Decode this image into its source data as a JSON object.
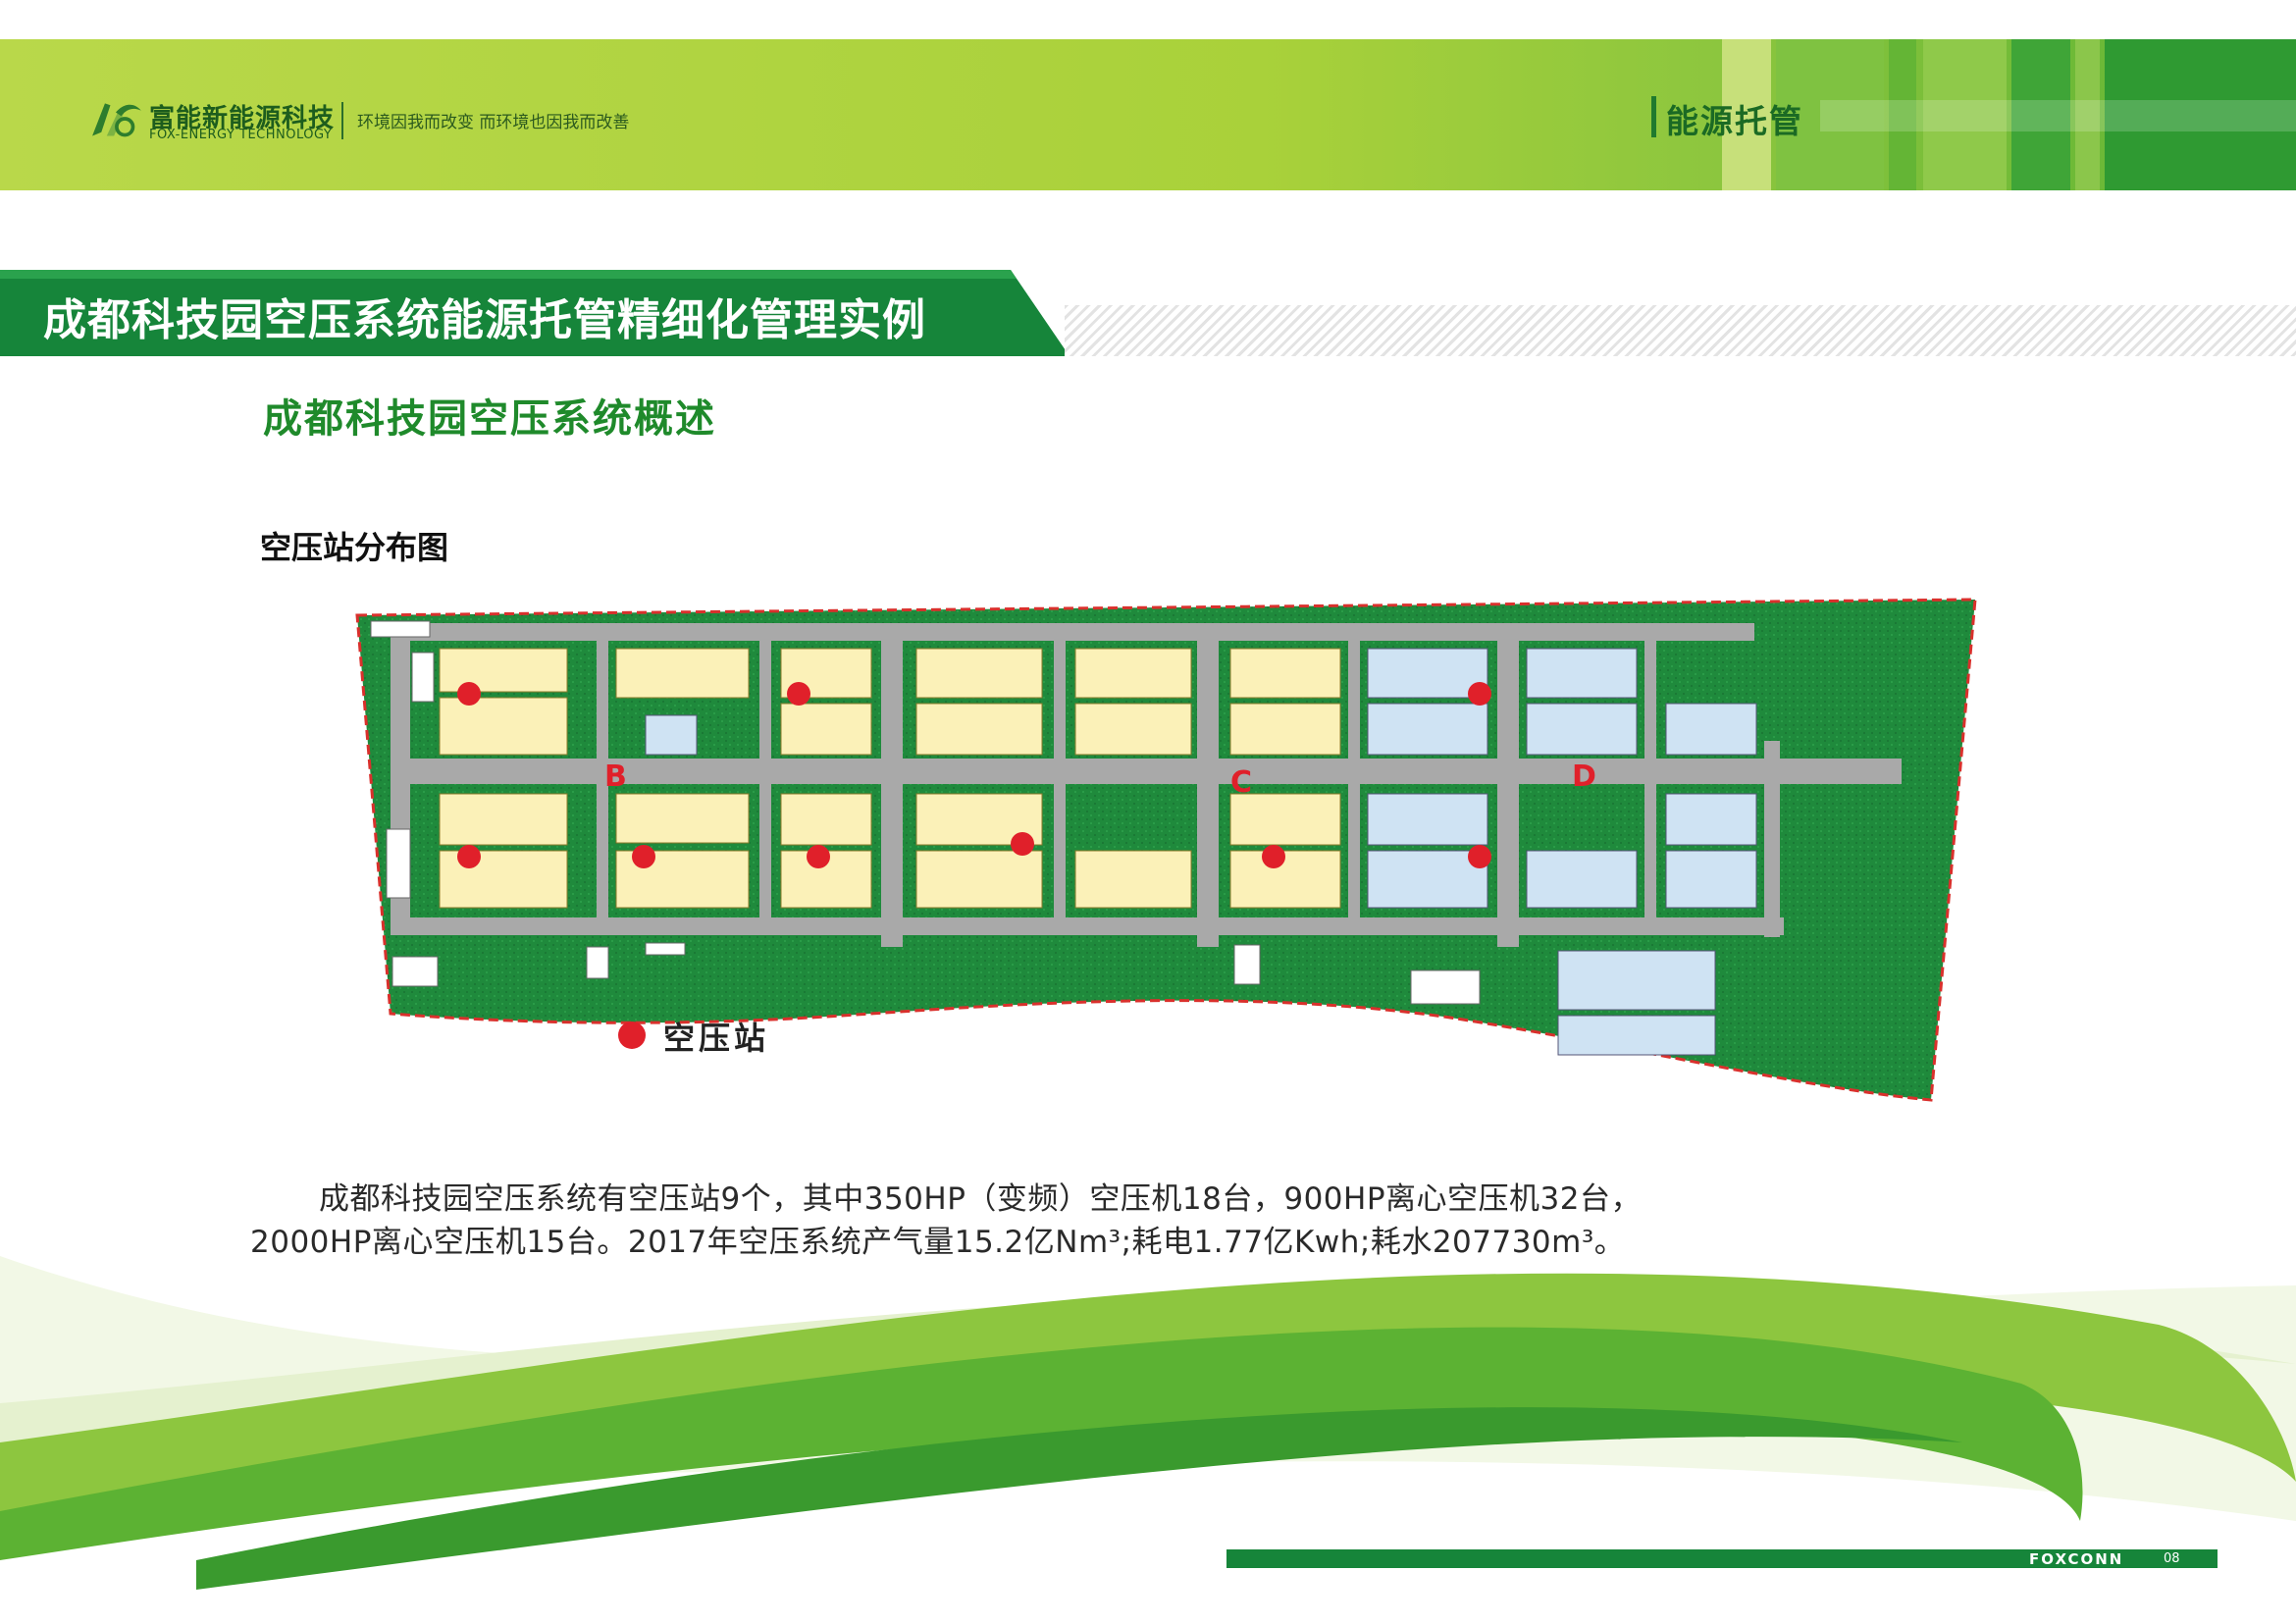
{
  "header": {
    "brand_name": "富能新能源科技",
    "brand_en": "FOX-ENERGY TECHNOLOGY",
    "slogan": "环境因我而改变  而环境也因我而改善",
    "section_tag": "能源托管"
  },
  "main_title": "成都科技园空压系统能源托管精细化管理实例",
  "sub_title": "成都科技园空压系统概述",
  "map": {
    "caption": "空压站分布图",
    "zone_labels": [
      "B",
      "C",
      "D"
    ],
    "legend_label": "空压站",
    "station_count": 9,
    "colors": {
      "station": "#e0202a",
      "green": "#1f8a3c",
      "road": "#a9a9a9",
      "building": "#fbf1b8",
      "building_blue": "#cfe3f3"
    }
  },
  "description": {
    "line1": "成都科技园空压系统有空压站9个，其中350HP（变频）空压机18台，900HP离心空压机32台，",
    "line2": "2000HP离心空压机15台。2017年空压系统产气量15.2亿Nm³;耗电1.77亿Kwh;耗水207730m³。"
  },
  "footer": {
    "brand": "FOXCONN",
    "page": "08"
  },
  "colors": {
    "accent_green": "#1f8a2b",
    "banner_green": "#16853a",
    "header_lime": "#b9d84a",
    "station_red": "#e0202a"
  }
}
